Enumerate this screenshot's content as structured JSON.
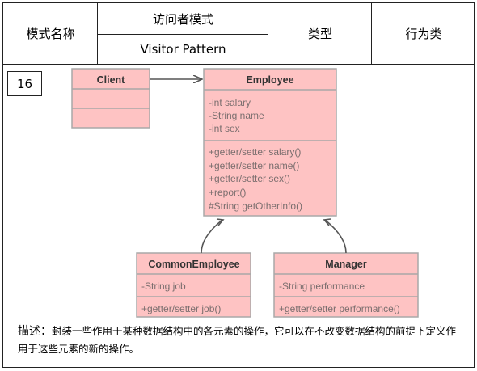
{
  "header": {
    "name_label": "模式名称",
    "name_cn": "访问者模式",
    "name_en": "Visitor Pattern",
    "type_label": "类型",
    "type_value": "行为类"
  },
  "diagram_number": "16",
  "classes": {
    "client": {
      "name": "Client"
    },
    "employee": {
      "name": "Employee",
      "attributes": [
        "-int salary",
        "-String name",
        "-int sex"
      ],
      "methods": [
        "+getter/setter salary()",
        "+getter/setter name()",
        "+getter/setter sex()",
        "+report()",
        "#String getOtherInfo()"
      ]
    },
    "common_employee": {
      "name": "CommonEmployee",
      "attributes": [
        "-String job"
      ],
      "methods": [
        "+getter/setter job()"
      ]
    },
    "manager": {
      "name": "Manager",
      "attributes": [
        "-String performance"
      ],
      "methods": [
        "+getter/setter performance()"
      ]
    }
  },
  "description": {
    "label": "描述：",
    "text": "封装一些作用于某种数据结构中的各元素的操作，它可以在不改变数据结构的前提下定义作用于这些元素的新的操作。"
  },
  "colors": {
    "class_fill": "#fec3c3",
    "class_border": "#a8a8a8",
    "arrow": "#555555",
    "member_text": "#7a6e6e"
  }
}
